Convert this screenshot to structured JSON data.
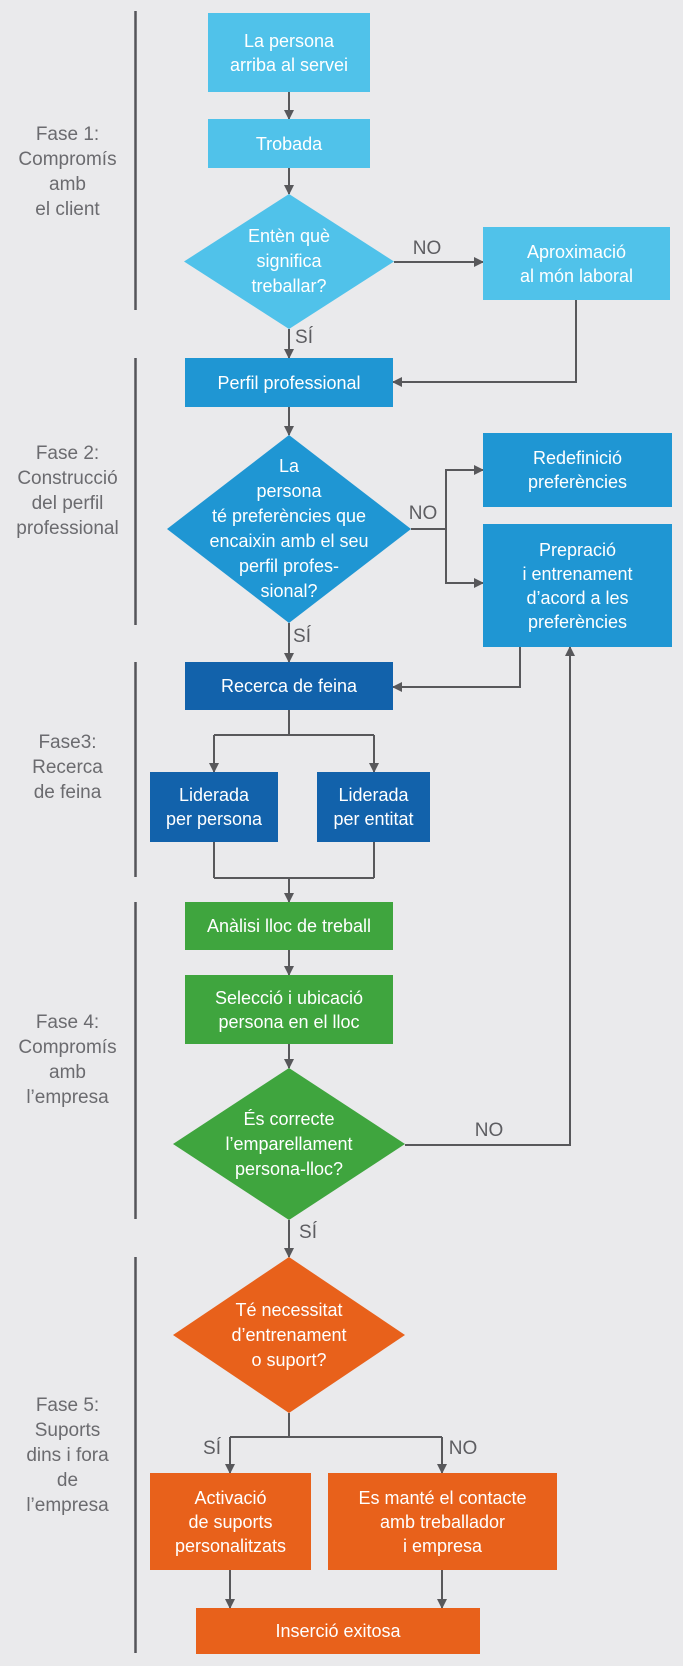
{
  "colors": {
    "background": "#eaeaec",
    "phase1_light_blue": "#50c2ea",
    "phase2_medium_blue": "#1f96d3",
    "phase3_dark_blue": "#1262ab",
    "phase4_green": "#3fa53e",
    "phase5_orange": "#e8611b",
    "connector_gray": "#58585b",
    "phase_label_gray": "#6b6b6f",
    "node_text": "#ffffff"
  },
  "phases": [
    {
      "label": "Fase 1:\nCompromís\namb\nel client"
    },
    {
      "label": "Fase 2:\nConstrucció\ndel perfil\nprofessional"
    },
    {
      "label": "Fase3:\nRecerca\nde feina"
    },
    {
      "label": "Fase 4:\nCompromís\namb\nl’empresa"
    },
    {
      "label": "Fase 5:\nSuports\ndins i fora\nde\nl’empresa"
    }
  ],
  "nodes": {
    "arrival": "La persona\narriba al servei",
    "trobada": "Trobada",
    "decision_understand": "Entèn què\nsignifica\ntreballar?",
    "aproximacio": "Aproximació\nal món laboral",
    "perfil": "Perfil professional",
    "decision_preferences": "La\npersona\nté preferències que\nencaixin amb el seu\nperfil profes-\nsional?",
    "redefinicio": "Redefinició\npreferències",
    "prepracio": "Prepració\ni entrenament\nd’acord a les\npreferències",
    "recerca": "Recerca de feina",
    "liderada_persona": "Liderada\nper persona",
    "liderada_entitat": "Liderada\nper entitat",
    "analisi": "Anàlisi lloc de treball",
    "seleccio": "Selecció i ubicació\npersona en el lloc",
    "decision_match": "És correcte\nl’emparellament\npersona-lloc?",
    "decision_support": "Té necessitat\nd’entrenament\no suport?",
    "activacio": "Activació\nde suports\npersonalitzats",
    "mante_contacte": "Es manté el contacte\namb treballador\ni empresa",
    "insercio": "Inserció exitosa"
  },
  "edge_labels": {
    "yes": "SÍ",
    "no": "NO"
  },
  "edges": [
    {
      "from": "arrival",
      "to": "trobada"
    },
    {
      "from": "trobada",
      "to": "decision_understand"
    },
    {
      "from": "decision_understand",
      "to": "aproximacio",
      "label": "NO"
    },
    {
      "from": "aproximacio",
      "to": "perfil"
    },
    {
      "from": "decision_understand",
      "to": "perfil",
      "label": "SÍ"
    },
    {
      "from": "perfil",
      "to": "decision_preferences"
    },
    {
      "from": "decision_preferences",
      "to": "redefinicio",
      "label": "NO"
    },
    {
      "from": "decision_preferences",
      "to": "prepracio",
      "label": "NO"
    },
    {
      "from": "decision_preferences",
      "to": "recerca",
      "label": "SÍ"
    },
    {
      "from": "prepracio",
      "to": "recerca"
    },
    {
      "from": "recerca",
      "to": "liderada_persona"
    },
    {
      "from": "recerca",
      "to": "liderada_entitat"
    },
    {
      "from": "liderada_persona",
      "to": "analisi"
    },
    {
      "from": "liderada_entitat",
      "to": "analisi"
    },
    {
      "from": "analisi",
      "to": "seleccio"
    },
    {
      "from": "seleccio",
      "to": "decision_match"
    },
    {
      "from": "decision_match",
      "to": "prepracio",
      "label": "NO"
    },
    {
      "from": "decision_match",
      "to": "decision_support",
      "label": "SÍ"
    },
    {
      "from": "decision_support",
      "to": "activacio",
      "label": "SÍ"
    },
    {
      "from": "decision_support",
      "to": "mante_contacte",
      "label": "NO"
    },
    {
      "from": "activacio",
      "to": "insercio"
    },
    {
      "from": "mante_contacte",
      "to": "insercio"
    }
  ]
}
